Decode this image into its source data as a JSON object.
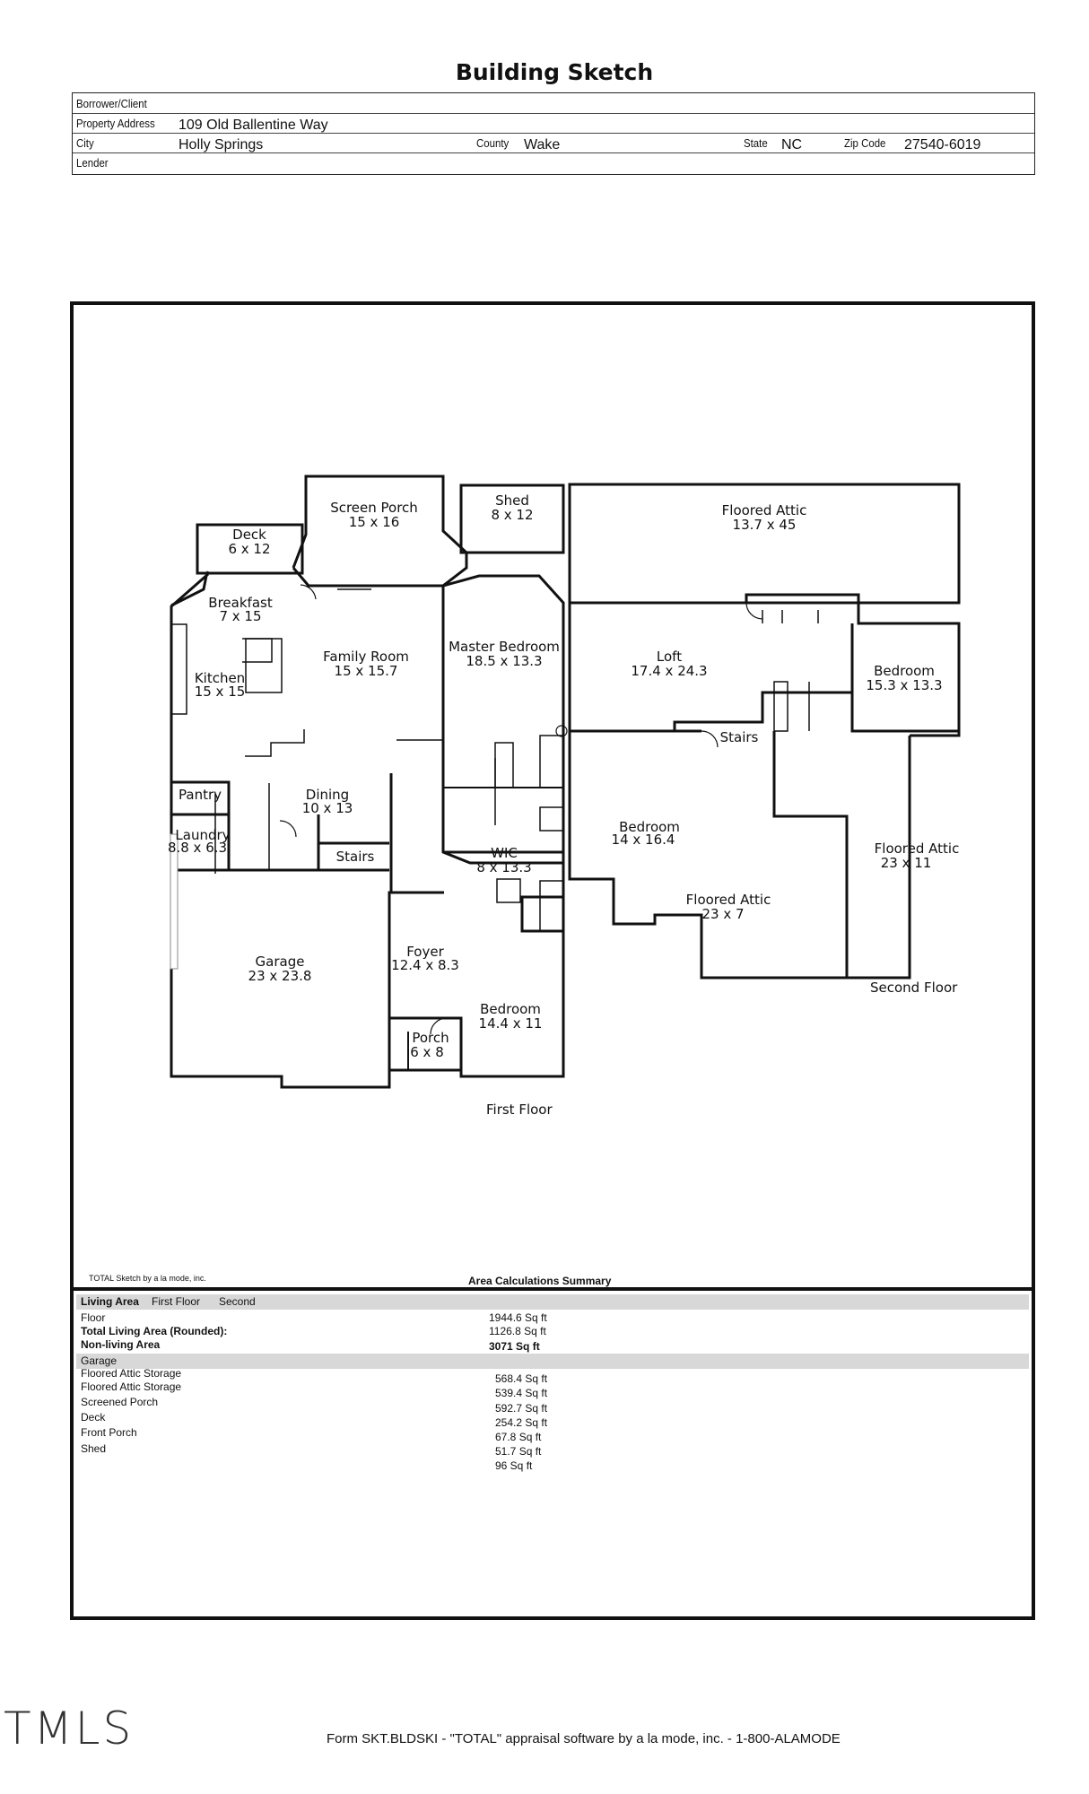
{
  "title": "Building Sketch",
  "header": {
    "borrower_label": "Borrower/Client",
    "property_address_label": "Property Address",
    "property_address": "109 Old Ballentine Way",
    "city_label": "City",
    "city": "Holly Springs",
    "county_label": "County",
    "county": "Wake",
    "state_label": "State",
    "state": "NC",
    "zip_label": "Zip Code",
    "zip": "27540-6019",
    "lender_label": "Lender"
  },
  "rooms": {
    "deck": [
      "Deck",
      "6 x 12"
    ],
    "screen_porch": [
      "Screen Porch",
      "15 x 16"
    ],
    "shed": [
      "Shed",
      "8 x 12"
    ],
    "floored_attic_top": [
      "Floored Attic",
      "13.7 x 45"
    ],
    "breakfast": [
      "Breakfast",
      "7 x 15"
    ],
    "family_room": [
      "Family Room",
      "15 x 15.7"
    ],
    "master_bedroom": [
      "Master Bedroom",
      "18.5 x 13.3"
    ],
    "kitchen": [
      "Kitchen",
      "15 x 15"
    ],
    "loft": [
      "Loft",
      "17.4 x 24.3"
    ],
    "bedroom_upper_right": [
      "Bedroom",
      "15.3 x 13.3"
    ],
    "stairs_upper": "Stairs",
    "pantry": "Pantry",
    "dining": [
      "Dining",
      "10 x 13"
    ],
    "laundry": [
      "Laundry",
      "8.8 x 6.3"
    ],
    "stairs_lower": "Stairs",
    "bedroom_upper_left": [
      "Bedroom",
      "14 x 16.4"
    ],
    "wic": [
      "WIC",
      "8 x 13.3"
    ],
    "floored_attic_right": [
      "Floored Attic",
      "23 x 11"
    ],
    "floored_attic_mid": [
      "Floored Attic",
      "23 x 7"
    ],
    "garage": [
      "Garage",
      "23 x 23.8"
    ],
    "foyer": [
      "Foyer",
      "12.4 x 8.3"
    ],
    "bedroom_lower": [
      "Bedroom",
      "14.4 x 11"
    ],
    "porch": [
      "Porch",
      "6 x 8"
    ]
  },
  "floor_labels": {
    "first": "First Floor",
    "second": "Second Floor"
  },
  "credit": "TOTAL Sketch by a la mode, inc.",
  "area_summary": {
    "title": "Area Calculations Summary",
    "living_area_header": [
      "Living Area",
      "First Floor",
      "Second"
    ],
    "living_rows": [
      {
        "label": "Floor",
        "value": "1944.6 Sq ft",
        "bold": false
      },
      {
        "label": "Total Living Area (Rounded):",
        "value": "1126.8 Sq ft",
        "bold": true
      },
      {
        "label": "Non-living Area",
        "value": "3071 Sq ft",
        "bold": true
      }
    ],
    "garage_label": "Garage",
    "nonliving_labels": [
      "Floored Attic Storage",
      "Floored Attic Storage",
      "Screened Porch",
      "Deck",
      "Front Porch",
      "Shed"
    ],
    "nonliving_values": [
      "568.4 Sq ft",
      "539.4 Sq ft",
      "592.7 Sq ft",
      "254.2 Sq ft",
      "67.8 Sq ft",
      "51.7  Sq  ft",
      "96 Sq ft"
    ]
  },
  "watermark": "TMLS",
  "footer": "Form SKT.BLDSKI - \"TOTAL\" appraisal software by a la mode, inc. - 1-800-ALAMODE"
}
